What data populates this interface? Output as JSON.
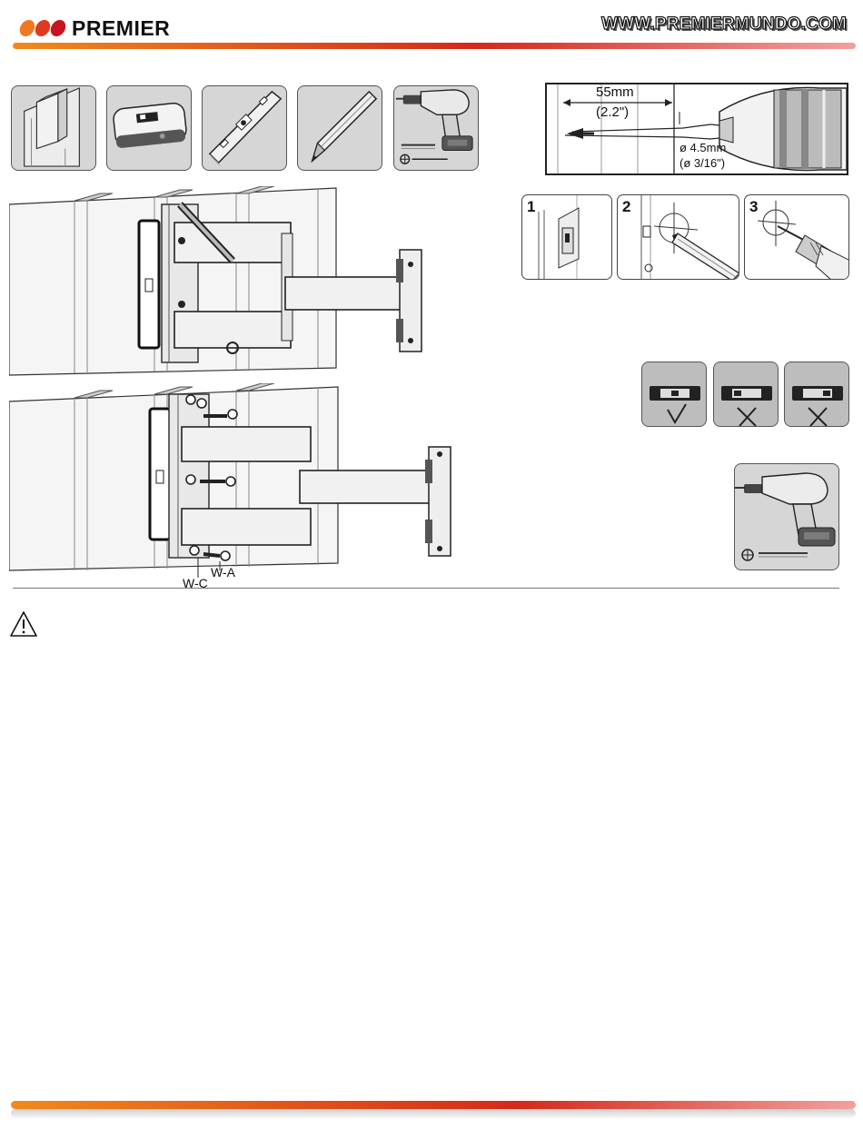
{
  "header": {
    "brand": "PREMIER",
    "website": "WWW.PREMIERMUNDO.COM",
    "logo_dot_colors": [
      "#f07820",
      "#e03a1e",
      "#c8141e"
    ],
    "accent_gradient": [
      "#f08a1c",
      "#d42a1a",
      "#f0a0a0"
    ]
  },
  "tools": [
    {
      "icon": "wood-stud-icon"
    },
    {
      "icon": "stud-finder-icon"
    },
    {
      "icon": "spirit-level-icon"
    },
    {
      "icon": "pencil-icon"
    },
    {
      "icon": "drill-with-bit-icon"
    }
  ],
  "drill_detail": {
    "depth_mm": "55mm",
    "depth_in": "(2.2\")",
    "diameter_mm": "ø 4.5mm",
    "diameter_in": "(ø 3/16\")"
  },
  "steps": [
    {
      "number": "1",
      "icon": "stud-finder-on-wall-icon"
    },
    {
      "number": "2",
      "icon": "mark-with-pencil-icon"
    },
    {
      "number": "3",
      "icon": "drill-hole-icon"
    }
  ],
  "level_checks": [
    {
      "icon": "level-centered-icon",
      "mark": "✓"
    },
    {
      "icon": "level-off-left-icon",
      "mark": "X"
    },
    {
      "icon": "level-off-right-icon",
      "mark": "X"
    }
  ],
  "mount_labels": {
    "washer_c": "W-C",
    "washer_a": "W-A"
  },
  "warning": {
    "icon": "warning-triangle-icon"
  }
}
